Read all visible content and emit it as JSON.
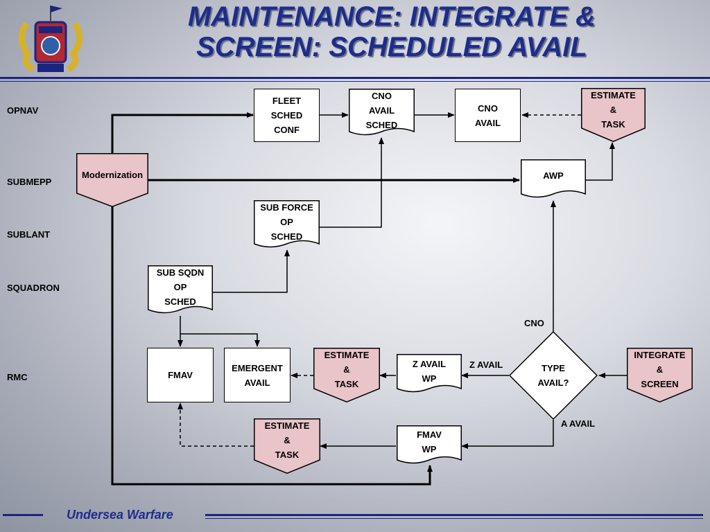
{
  "title_line1": "MAINTENANCE: INTEGRATE &",
  "title_line2": "SCREEN: SCHEDULED AVAIL",
  "footer": "Undersea Warfare",
  "lanes": {
    "opnav": "OPNAV",
    "submepp": "SUBMEPP",
    "sublant": "SUBLANT",
    "squadron": "SQUADRON",
    "rmc": "RMC"
  },
  "nodes": {
    "fleet_sched": [
      "FLEET",
      "SCHED",
      "CONF"
    ],
    "cno_avail_sched": [
      "CNO",
      "AVAIL",
      "SCHED"
    ],
    "cno_avail": [
      "CNO",
      "AVAIL"
    ],
    "estimate_top": [
      "ESTIMATE",
      "&",
      "TASK"
    ],
    "modernization": "Modernization",
    "awp": "AWP",
    "sub_force": [
      "SUB FORCE",
      "OP",
      "SCHED"
    ],
    "sub_sqdn": [
      "SUB SQDN",
      "OP",
      "SCHED"
    ],
    "fmav": "FMAV",
    "emergent": [
      "EMERGENT",
      "AVAIL"
    ],
    "estimate_mid": [
      "ESTIMATE",
      "&",
      "TASK"
    ],
    "z_avail_wp": [
      "Z AVAIL",
      "WP"
    ],
    "type_avail": [
      "TYPE",
      "AVAIL?"
    ],
    "integrate": [
      "INTEGRATE",
      "&",
      "SCREEN"
    ],
    "estimate_bot": [
      "ESTIMATE",
      "&",
      "TASK"
    ],
    "fmav_wp": [
      "FMAV",
      "WP"
    ]
  },
  "edge_labels": {
    "cno": "CNO",
    "z_avail": "Z AVAIL",
    "a_avail": "A AVAIL"
  },
  "colors": {
    "title": "#1c2d8c",
    "rule": "#1c2480",
    "task_fill": "#e9c4c9"
  }
}
